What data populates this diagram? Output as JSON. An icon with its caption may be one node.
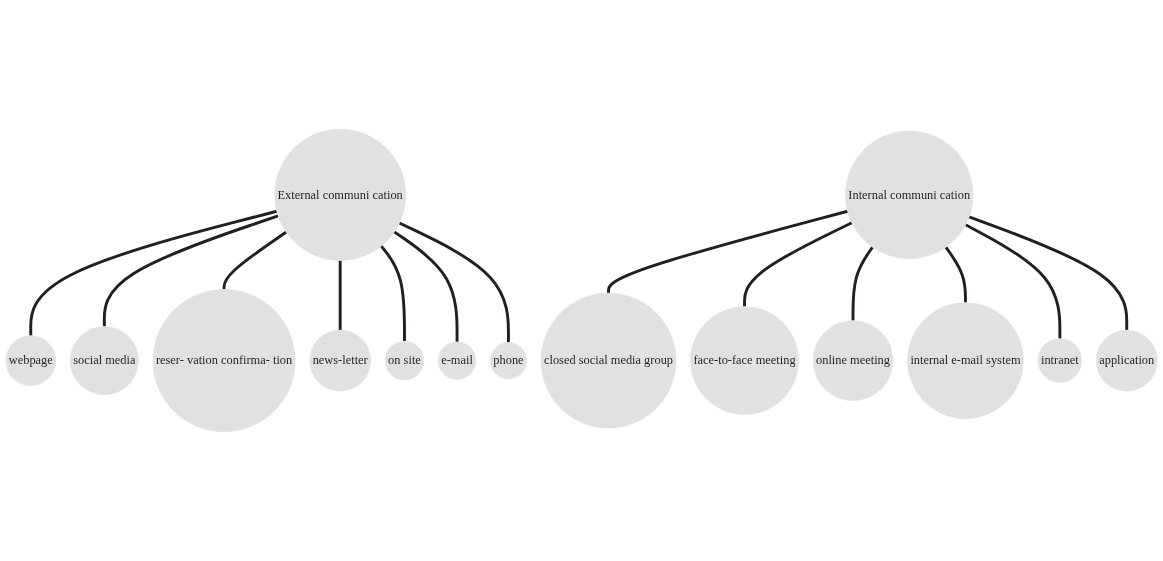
{
  "diagram": {
    "nodes": [
      {
        "text": [
          "External communi cation"
        ]
      },
      {
        "text": [
          "webpage"
        ]
      },
      {
        "text": [
          "social media"
        ]
      },
      {
        "text": [
          "reser- vation confirma- tion"
        ]
      },
      {
        "text": [
          "news-letter"
        ]
      },
      {
        "text": [
          "on site"
        ]
      },
      {
        "text": [
          "e-mail"
        ]
      },
      {
        "text": [
          "phone"
        ]
      },
      {
        "text": [
          "Internal communi cation"
        ]
      },
      {
        "text": [
          "closed social media group"
        ]
      },
      {
        "text": [
          "face-to-face meeting"
        ]
      },
      {
        "text": [
          "online meeting"
        ]
      },
      {
        "text": [
          "internal e-mail system"
        ]
      },
      {
        "text": [
          "intranet"
        ]
      },
      {
        "text": [
          "application"
        ]
      }
    ],
    "edges": [
      {
        "from": 0,
        "to": 1,
        "arrow": "none"
      },
      {
        "from": 0,
        "to": 2,
        "arrow": "none"
      },
      {
        "from": 0,
        "to": 3,
        "arrow": "none"
      },
      {
        "from": 0,
        "to": 4,
        "arrow": "none"
      },
      {
        "from": 0,
        "to": 5,
        "arrow": "none"
      },
      {
        "from": 0,
        "to": 6,
        "arrow": "none"
      },
      {
        "from": 0,
        "to": 7,
        "arrow": "none"
      },
      {
        "from": 8,
        "to": 9,
        "arrow": "none"
      },
      {
        "from": 8,
        "to": 10,
        "arrow": "none"
      },
      {
        "from": 8,
        "to": 11,
        "arrow": "none"
      },
      {
        "from": 8,
        "to": 12,
        "arrow": "none"
      },
      {
        "from": 8,
        "to": 13,
        "arrow": "none"
      },
      {
        "from": 8,
        "to": 14,
        "arrow": "none"
      }
    ]
  }
}
